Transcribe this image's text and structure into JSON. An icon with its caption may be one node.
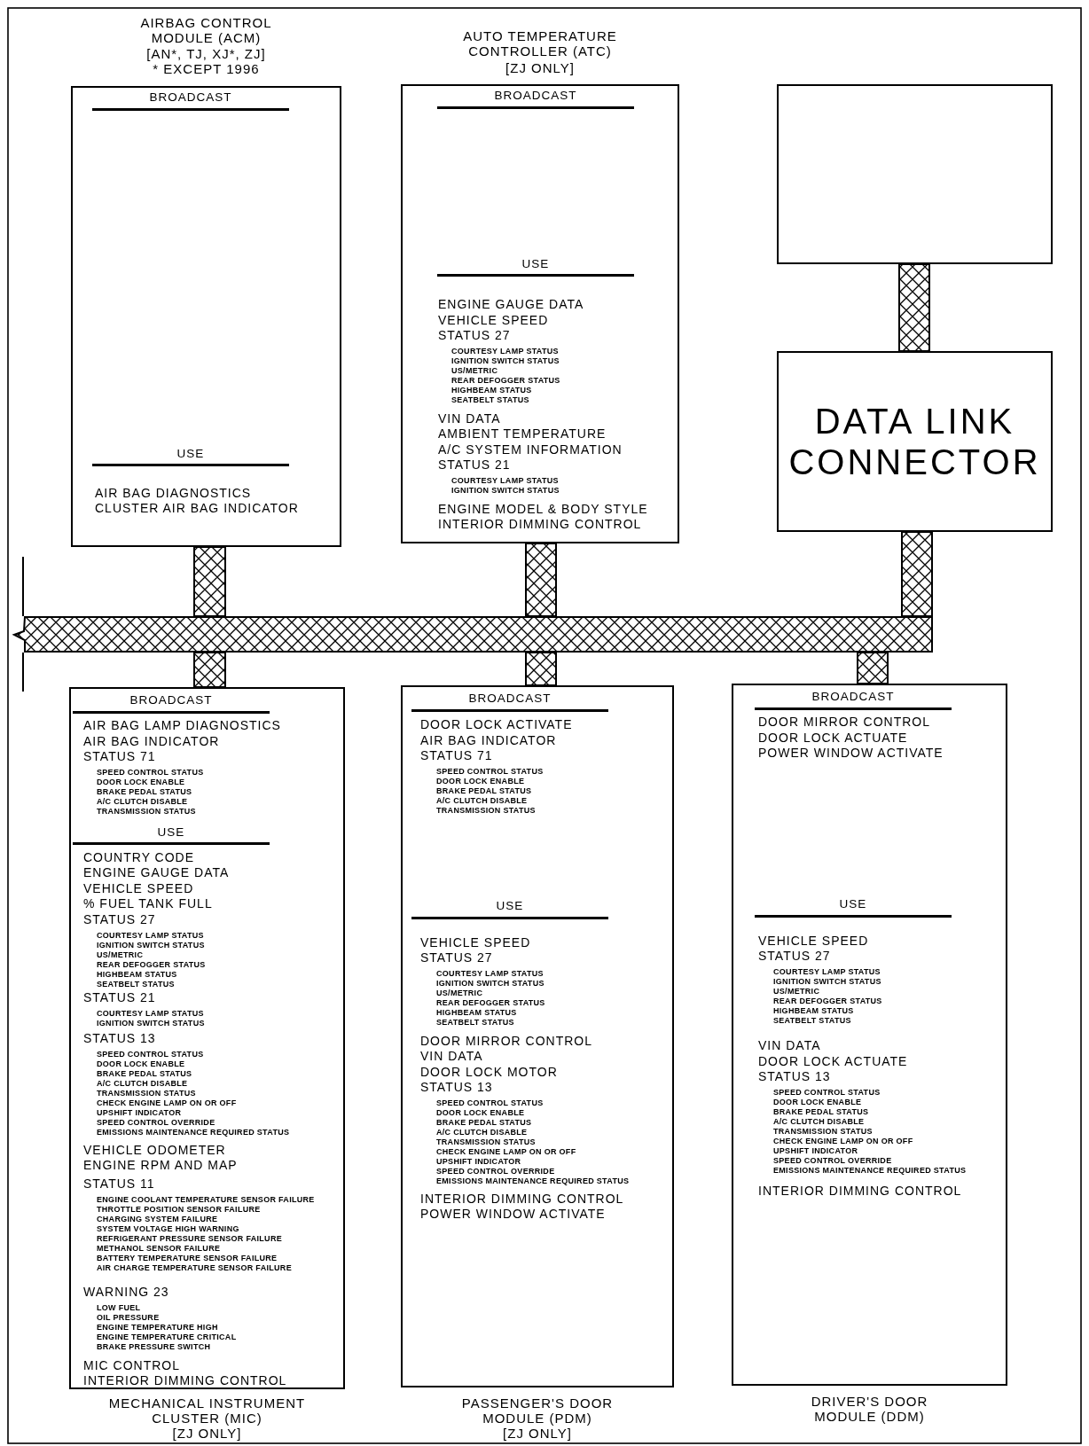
{
  "diagram": {
    "nodes": [
      {
        "text": [
          "AIRBAG CONTROL MODULE (ACM)",
          "[AN*, TJ, XJ*, ZJ]",
          "* EXCEPT 1996",
          "BROADCAST",
          "USE",
          "AIR BAG DIAGNOSTICS",
          "CLUSTER AIR BAG INDICATOR"
        ]
      },
      {
        "text": [
          "AUTO TEMPERATURE CONTROLLER (ATC)",
          "[ZJ ONLY]",
          "BROADCAST",
          "USE",
          "ENGINE GAUGE DATA",
          "VEHICLE SPEED",
          "STATUS 27",
          "COURTESY LAMP STATUS",
          "IGNITION SWITCH STATUS",
          "US/METRIC",
          "REAR DEFOGGER STATUS",
          "HIGHBEAM STATUS",
          "SEATBELT STATUS",
          "VIN DATA",
          "AMBIENT TEMPERATURE",
          "A/C SYSTEM INFORMATION",
          "STATUS 21",
          "COURTESY LAMP STATUS",
          "IGNITION SWITCH STATUS",
          "ENGINE MODEL & BODY STYLE",
          "INTERIOR DIMMING CONTROL"
        ]
      },
      {
        "text": [],
        "shape": "box"
      },
      {
        "text": [
          "DATA LINK CONNECTOR"
        ]
      },
      {
        "text": [],
        "shape": "bar"
      },
      {
        "text": [
          "BROADCAST",
          "AIR BAG LAMP DIAGNOSTICS",
          "AIR BAG INDICATOR",
          "STATUS 71",
          "SPEED CONTROL STATUS",
          "DOOR LOCK ENABLE",
          "BRAKE PEDAL STATUS",
          "A/C CLUTCH DISABLE",
          "TRANSMISSION STATUS",
          "USE",
          "COUNTRY CODE",
          "ENGINE GAUGE DATA",
          "VEHICLE SPEED",
          "% FUEL TANK FULL",
          "STATUS 27",
          "COURTESY LAMP STATUS",
          "IGNITION SWITCH STATUS",
          "US/METRIC",
          "REAR DEFOGGER STATUS",
          "HIGHBEAM STATUS",
          "SEATBELT STATUS",
          "STATUS 21",
          "COURTESY LAMP STATUS",
          "IGNITION SWITCH STATUS",
          "STATUS 13",
          "SPEED CONTROL STATUS",
          "DOOR LOCK ENABLE",
          "BRAKE PEDAL STATUS",
          "A/C CLUTCH DISABLE",
          "TRANSMISSION STATUS",
          "CHECK ENGINE LAMP ON OR OFF",
          "UPSHIFT INDICATOR",
          "SPEED CONTROL OVERRIDE",
          "EMISSIONS MAINTENANCE REQUIRED STATUS",
          "VEHICLE ODOMETER",
          "ENGINE RPM AND MAP",
          "STATUS 11",
          "ENGINE COOLANT TEMPERATURE SENSOR FAILURE",
          "THROTTLE POSITION SENSOR FAILURE",
          "CHARGING SYSTEM FAILURE",
          "SYSTEM VOLTAGE HIGH WARNING",
          "REFRIGERANT PRESSURE SENSOR FAILURE",
          "METHANOL SENSOR FAILURE",
          "BATTERY TEMPERATURE SENSOR FAILURE",
          "AIR CHARGE TEMPERATURE SENSOR FAILURE",
          "WARNING 23",
          "LOW FUEL",
          "OIL PRESSURE",
          "ENGINE TEMPERATURE HIGH",
          "ENGINE TEMPERATURE CRITICAL",
          "BRAKE PRESSURE SWITCH",
          "MIC CONTROL",
          "INTERIOR DIMMING CONTROL",
          "MECHANICAL INSTRUMENT CLUSTER (MIC)",
          "[ZJ ONLY]"
        ]
      },
      {
        "text": [
          "BROADCAST",
          "DOOR LOCK ACTIVATE",
          "AIR BAG INDICATOR",
          "STATUS 71",
          "SPEED CONTROL STATUS",
          "DOOR LOCK ENABLE",
          "BRAKE PEDAL STATUS",
          "A/C CLUTCH DISABLE",
          "TRANSMISSION STATUS",
          "USE",
          "VEHICLE SPEED",
          "STATUS 27",
          "COURTESY LAMP STATUS",
          "IGNITION SWITCH STATUS",
          "US/METRIC",
          "REAR DEFOGGER STATUS",
          "HIGHBEAM STATUS",
          "SEATBELT STATUS",
          "DOOR MIRROR CONTROL",
          "VIN DATA",
          "DOOR LOCK MOTOR",
          "STATUS 13",
          "SPEED CONTROL STATUS",
          "DOOR LOCK ENABLE",
          "BRAKE PEDAL STATUS",
          "A/C CLUTCH DISABLE",
          "TRANSMISSION STATUS",
          "CHECK ENGINE LAMP ON OR OFF",
          "UPSHIFT INDICATOR",
          "SPEED CONTROL OVERRIDE",
          "EMISSIONS MAINTENANCE REQUIRED STATUS",
          "INTERIOR DIMMING CONTROL",
          "POWER WINDOW ACTIVATE",
          "PASSENGER'S DOOR MODULE (PDM)",
          "[ZJ ONLY]"
        ]
      },
      {
        "text": [
          "BROADCAST",
          "DOOR MIRROR CONTROL",
          "DOOR LOCK ACTUATE",
          "POWER WINDOW ACTIVATE",
          "USE",
          "VEHICLE SPEED",
          "STATUS 27",
          "COURTESY LAMP STATUS",
          "IGNITION SWITCH STATUS",
          "US/METRIC",
          "REAR DEFOGGER STATUS",
          "HIGHBEAM STATUS",
          "SEATBELT STATUS",
          "VIN DATA",
          "DOOR LOCK ACTUATE",
          "STATUS 13",
          "SPEED CONTROL STATUS",
          "DOOR LOCK ENABLE",
          "BRAKE PEDAL STATUS",
          "A/C CLUTCH DISABLE",
          "TRANSMISSION STATUS",
          "CHECK ENGINE LAMP ON OR OFF",
          "UPSHIFT INDICATOR",
          "SPEED CONTROL OVERRIDE",
          "EMISSIONS MAINTENANCE REQUIRED STATUS",
          "INTERIOR DIMMING CONTROL",
          "DRIVER'S DOOR MODULE (DDM)"
        ]
      }
    ],
    "edges": [
      {
        "from": 0,
        "to": 4,
        "arrow": "none"
      },
      {
        "from": 1,
        "to": 4,
        "arrow": "none"
      },
      {
        "from": 2,
        "to": 3,
        "arrow": "none"
      },
      {
        "from": 3,
        "to": 4,
        "arrow": "none"
      },
      {
        "from": 4,
        "to": 5,
        "arrow": "none"
      },
      {
        "from": 4,
        "to": 6,
        "arrow": "none"
      },
      {
        "from": 4,
        "to": 7,
        "arrow": "none"
      }
    ]
  }
}
